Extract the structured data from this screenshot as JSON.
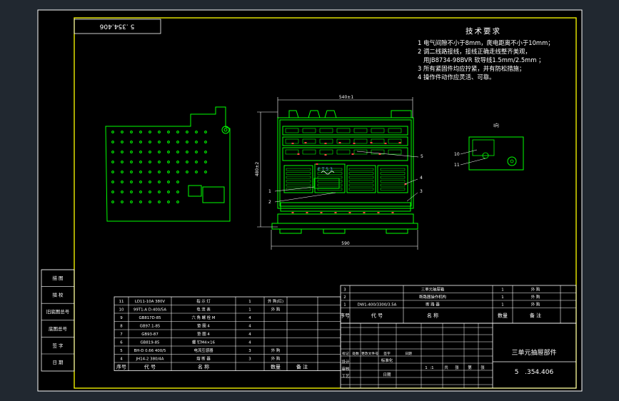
{
  "colors": {
    "background": "#212830",
    "paper": "#000000",
    "frame": "#ffffff",
    "border_inner": "#ffff00",
    "part": "#00ff00",
    "wire": "#ff4040",
    "blue_label": "#4080ff"
  },
  "drawing_code_rotated": "5  .354.406",
  "tech_requirements": {
    "title": "技术要求",
    "lines": [
      "1 电气间隙不小于8mm，爬电距离不小于10mm；",
      "2 调二线路接线，接线正确走线整齐美观，",
      "   用JB8734-98BVR 软导线1.5mm/2.5mm ；",
      "3 所有紧固件均应拧紧，并有防松措施；",
      "4 操作件动作应灵活、可靠。"
    ]
  },
  "dimensions": {
    "top_width": "540±1",
    "bottom_width": "590",
    "height": "480±2",
    "view_label": "I向"
  },
  "callouts": [
    "1",
    "2",
    "3",
    "4",
    "5",
    "10",
    "11"
  ],
  "side_stamp_labels": [
    "描  图",
    "描  校",
    "旧底图总号",
    "底图总号",
    "签  字",
    "日  期"
  ],
  "bom_left": {
    "rows": [
      [
        "11",
        "LD11-10A  380V",
        "指  示  灯",
        "1",
        "外  购(红)",
        ""
      ],
      [
        "10",
        "99T1-A  D-400/5A",
        "电  流  表",
        "1",
        "外  购",
        ""
      ],
      [
        "9",
        "GB817D-85",
        "六  角  螺  栓  M",
        "4",
        "",
        ""
      ],
      [
        "8",
        "GB97.1-85",
        "垫       圈  4",
        "4",
        "",
        ""
      ],
      [
        "7",
        "GB93-87",
        "垫       圈  4",
        "4",
        "",
        ""
      ],
      [
        "6",
        "GB819-85",
        "螺      钉M4×16",
        "4",
        "",
        ""
      ],
      [
        "5",
        "BH-D 0.66   400/5",
        "电流互感器",
        "3",
        "外  购",
        ""
      ],
      [
        "4",
        "JH14-2  380/4A",
        "熔  断  器",
        "3",
        "外  购",
        ""
      ]
    ],
    "header": [
      "序号",
      "代  号",
      "名     称",
      "数量",
      "备  注"
    ]
  },
  "bom_right": {
    "rows": [
      [
        "3",
        "",
        "三单元抽屉箱",
        "1",
        "外  购"
      ],
      [
        "2",
        "",
        "断路器操作机构",
        "1",
        "外  购"
      ],
      [
        "1",
        "DW1-400/3300/3.5A",
        "断  路  器",
        "1",
        "外  购"
      ]
    ],
    "header": [
      "序号",
      "代    号",
      "名     称",
      "数量",
      "备   注"
    ]
  },
  "title_block": {
    "name": "三单元抽屉部件",
    "code": "5   .354.406",
    "signature_row": [
      "标记",
      "处数",
      "更改文件号",
      "签字",
      "日期"
    ],
    "roles": [
      "设计",
      "审核",
      "工艺"
    ],
    "extra_cells": [
      "标准化",
      "日期"
    ],
    "scale_row": [
      "",
      "",
      "",
      "",
      ""
    ],
    "sheet_marks": [
      "1",
      ":1",
      "共",
      "张",
      "第",
      "张"
    ]
  }
}
